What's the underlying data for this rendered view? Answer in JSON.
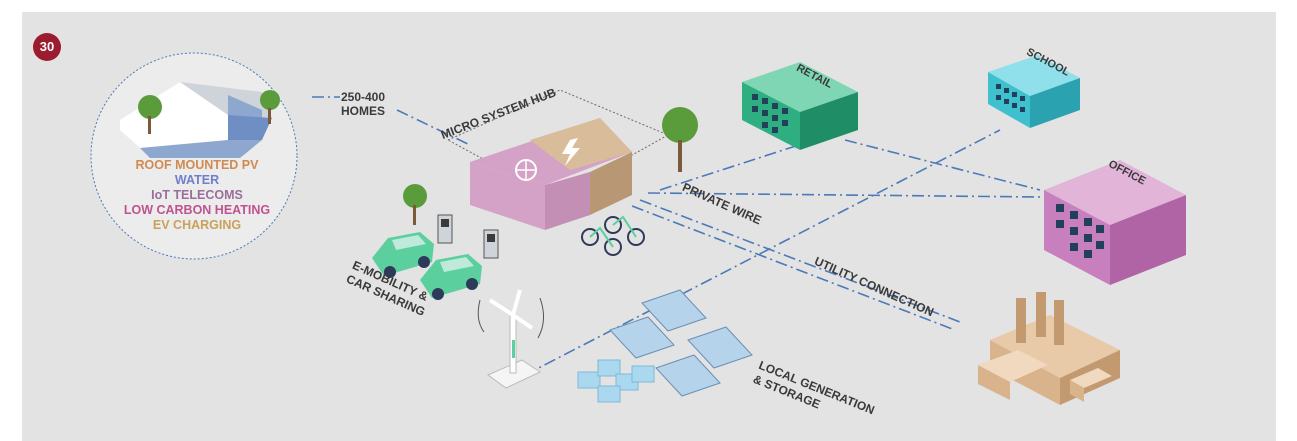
{
  "badge": "30",
  "homes_label": [
    "250-400",
    "HOMES"
  ],
  "hub_label": "MICRO SYSTEM HUB",
  "circle_items": [
    {
      "text": "ROOF MOUNTED PV",
      "color": "#d08a52"
    },
    {
      "text": "WATER",
      "color": "#6f7fcc"
    },
    {
      "text": "IoT TELECOMS",
      "color": "#9a6e9a"
    },
    {
      "text": "LOW CARBON HEATING",
      "color": "#c0538e"
    },
    {
      "text": "EV CHARGING",
      "color": "#c9a15a"
    }
  ],
  "labels": {
    "retail": "RETAIL",
    "school": "SCHOOL",
    "office": "OFFICE",
    "private_wire": "PRIVATE WIRE",
    "utility_connection": "UTILITY CONNECTION",
    "emobility": [
      "E-MOBILITY &",
      "CAR SHARING"
    ],
    "local_generation": [
      "LOCAL GENERATION",
      "& STORAGE"
    ]
  },
  "colors": {
    "badge": "#9b1c2e",
    "panel_bg": "#e3e3e3",
    "line_blue": "#4a7ab8",
    "retail_green": "#2fae82",
    "school_teal": "#3fc0cf",
    "office_pink": "#c77fbe",
    "hub_pink": "#d4a2c6",
    "hub_tan": "#c9ab8a",
    "car_green": "#5ccf9f",
    "factory_tan": "#d9b38c",
    "tree_green": "#5a9b3c"
  }
}
